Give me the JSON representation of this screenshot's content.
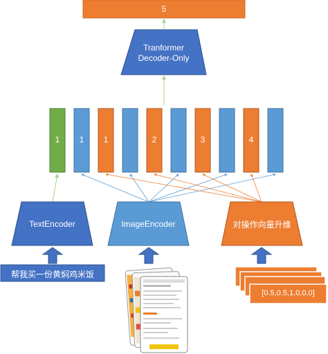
{
  "output": {
    "label": "5"
  },
  "decoder": {
    "line1": "Tranformer",
    "line2": "Decoder-Only"
  },
  "tokens": [
    "1",
    "1",
    "1",
    "",
    "2",
    "",
    "3",
    "",
    "4",
    ""
  ],
  "encoders": {
    "text": "TextEncoder",
    "image": "ImageEncoder",
    "action": "对操作向量升维"
  },
  "inputs": {
    "text": "帮我买一份黄焖鸡米饭",
    "action_vector": "[0.5,0.5,1,0,0,0]"
  },
  "colors": {
    "orange": "#ED7D31",
    "blue": "#5B9BD5",
    "dark_blue": "#4472C4",
    "green": "#70AD47",
    "arrow_green": "#A9D18E"
  }
}
